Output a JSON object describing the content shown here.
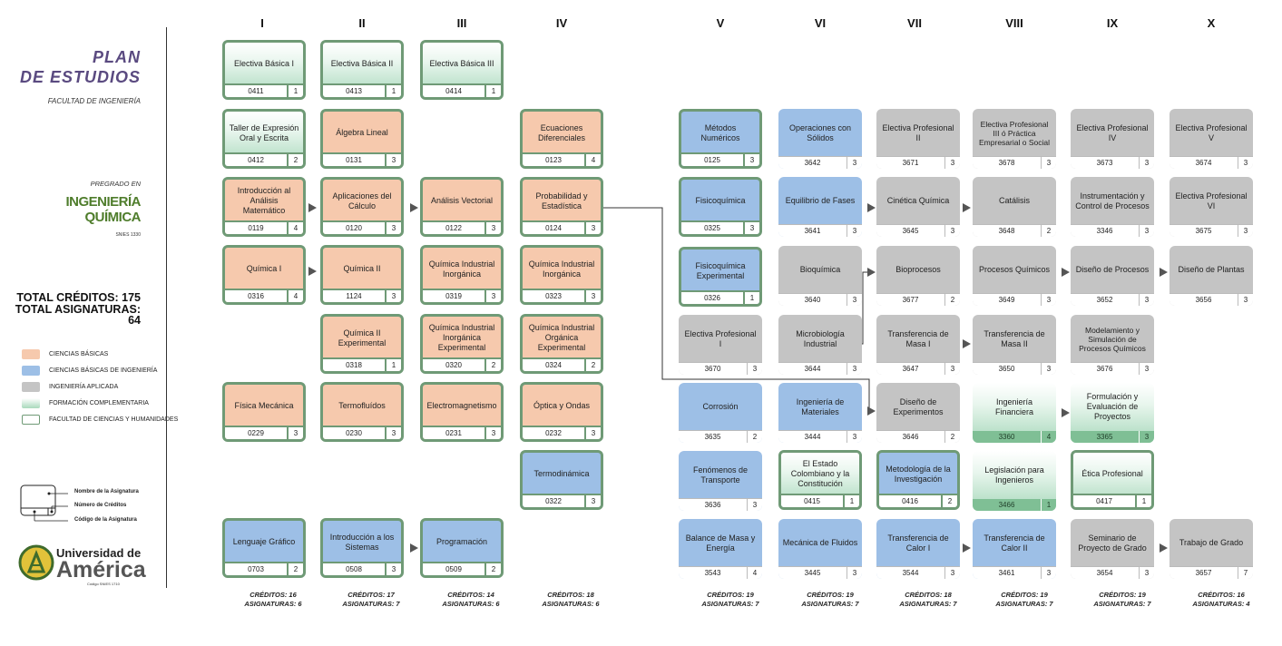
{
  "header": {
    "plan_line1": "PLAN",
    "plan_line2": "DE ESTUDIOS",
    "facultad": "FACULTAD DE INGENIERÍA",
    "pregrado": "PREGRADO EN",
    "program": "INGENIERÍA QUÍMICA",
    "snies": "SNIES 1330",
    "total_creditos": "TOTAL CRÉDITOS: 175",
    "total_asignaturas": "TOTAL ASIGNATURAS: 64"
  },
  "legend": [
    {
      "label": "CIENCIAS BÁSICAS",
      "color": "#f6c9ad"
    },
    {
      "label": "CIENCIAS BÁSICAS DE INGENIERÍA",
      "color": "#9dbfe6"
    },
    {
      "label": "INGENIERÍA APLICADA",
      "color": "#c4c4c4"
    },
    {
      "label": "FORMACIÓN COMPLEMENTARIA",
      "color": "#a9d9bc"
    },
    {
      "label": "FACULTAD DE CIENCIAS Y HUMANIDADES",
      "color": "#6f9a76"
    }
  ],
  "diagram": {
    "nombre": "Nombre de la Asignatura",
    "creditos": "Número de Créditos",
    "codigo": "Código de la Asignatura"
  },
  "logo": {
    "line1": "Universidad de",
    "line2": "América",
    "small": "Código SNIES 1710"
  },
  "semesters": [
    "I",
    "II",
    "III",
    "IV",
    "V",
    "VI",
    "VII",
    "VIII",
    "IX",
    "X"
  ],
  "summaries": [
    {
      "creditos": "CRÉDITOS: 16",
      "asignaturas": "ASIGNATURAS: 6"
    },
    {
      "creditos": "CRÉDITOS: 17",
      "asignaturas": "ASIGNATURAS: 7"
    },
    {
      "creditos": "CRÉDITOS: 14",
      "asignaturas": "ASIGNATURAS: 6"
    },
    {
      "creditos": "CRÉDITOS: 18",
      "asignaturas": "ASIGNATURAS: 6"
    },
    {
      "creditos": "CRÉDITOS: 19",
      "asignaturas": "ASIGNATURAS: 7"
    },
    {
      "creditos": "CRÉDITOS: 19",
      "asignaturas": "ASIGNATURAS: 7"
    },
    {
      "creditos": "CRÉDITOS: 18",
      "asignaturas": "ASIGNATURAS: 7"
    },
    {
      "creditos": "CRÉDITOS: 19",
      "asignaturas": "ASIGNATURAS: 7"
    },
    {
      "creditos": "CRÉDITOS: 19",
      "asignaturas": "ASIGNATURAS: 7"
    },
    {
      "creditos": "CRÉDITOS: 16",
      "asignaturas": "ASIGNATURAS: 4"
    }
  ],
  "courses": {
    "c1_1": {
      "name": "Electiva Básica I",
      "code": "0411",
      "credits": "1"
    },
    "c1_2": {
      "name": "Taller de Expresión Oral y Escrita",
      "code": "0412",
      "credits": "2"
    },
    "c1_3": {
      "name": "Introducción al Análisis Matemático",
      "code": "0119",
      "credits": "4"
    },
    "c1_4": {
      "name": "Química I",
      "code": "0316",
      "credits": "4"
    },
    "c1_6": {
      "name": "Física Mecánica",
      "code": "0229",
      "credits": "3"
    },
    "c1_8": {
      "name": "Lenguaje Gráfico",
      "code": "0703",
      "credits": "2"
    },
    "c2_1": {
      "name": "Electiva Básica II",
      "code": "0413",
      "credits": "1"
    },
    "c2_2": {
      "name": "Álgebra Lineal",
      "code": "0131",
      "credits": "3"
    },
    "c2_3": {
      "name": "Aplicaciones del Cálculo",
      "code": "0120",
      "credits": "3"
    },
    "c2_4": {
      "name": "Química II",
      "code": "1124",
      "credits": "3"
    },
    "c2_5": {
      "name": "Química II Experimental",
      "code": "0318",
      "credits": "1"
    },
    "c2_6": {
      "name": "Termofluídos",
      "code": "0230",
      "credits": "3"
    },
    "c2_8": {
      "name": "Introducción a los Sistemas",
      "code": "0508",
      "credits": "3"
    },
    "c3_1": {
      "name": "Electiva Básica III",
      "code": "0414",
      "credits": "1"
    },
    "c3_3": {
      "name": "Análisis Vectorial",
      "code": "0122",
      "credits": "3"
    },
    "c3_4": {
      "name": "Química Industrial Inorgánica",
      "code": "0319",
      "credits": "3"
    },
    "c3_5": {
      "name": "Química Industrial Inorgánica Experimental",
      "code": "0320",
      "credits": "2"
    },
    "c3_6": {
      "name": "Electromagnetismo",
      "code": "0231",
      "credits": "3"
    },
    "c3_8": {
      "name": "Programación",
      "code": "0509",
      "credits": "2"
    },
    "c4_2": {
      "name": "Ecuaciones Diferenciales",
      "code": "0123",
      "credits": "4"
    },
    "c4_3": {
      "name": "Probabilidad y Estadística",
      "code": "0124",
      "credits": "3"
    },
    "c4_4": {
      "name": "Química Industrial Inorgánica",
      "code": "0323",
      "credits": "3"
    },
    "c4_5": {
      "name": "Química Industrial Orgánica Experimental",
      "code": "0324",
      "credits": "2"
    },
    "c4_6": {
      "name": "Óptica y Ondas",
      "code": "0232",
      "credits": "3"
    },
    "c4_7": {
      "name": "Termodinámica",
      "code": "0322",
      "credits": "3"
    },
    "c5_2": {
      "name": "Métodos Numéricos",
      "code": "0125",
      "credits": "3"
    },
    "c5_3": {
      "name": "Fisicoquímica",
      "code": "0325",
      "credits": "3"
    },
    "c5_4": {
      "name": "Fisicoquímica Experimental",
      "code": "0326",
      "credits": "1"
    },
    "c5_5": {
      "name": "Electiva Profesional I",
      "code": "3670",
      "credits": "3"
    },
    "c5_6": {
      "name": "Corrosión",
      "code": "3635",
      "credits": "2"
    },
    "c5_7": {
      "name": "Fenómenos de Transporte",
      "code": "3636",
      "credits": "3"
    },
    "c5_8": {
      "name": "Balance de Masa y Energía",
      "code": "3543",
      "credits": "4"
    },
    "c6_2": {
      "name": "Operaciones con Sólidos",
      "code": "3642",
      "credits": "3"
    },
    "c6_3": {
      "name": "Equilibrio de Fases",
      "code": "3641",
      "credits": "3"
    },
    "c6_4": {
      "name": "Bioquímica",
      "code": "3640",
      "credits": "3"
    },
    "c6_5": {
      "name": "Microbiología Industrial",
      "code": "3644",
      "credits": "3"
    },
    "c6_6": {
      "name": "Ingeniería de Materiales",
      "code": "3444",
      "credits": "3"
    },
    "c6_7": {
      "name": "El Estado Colombiano y la Constitución",
      "code": "0415",
      "credits": "1"
    },
    "c6_8": {
      "name": "Mecánica de Fluidos",
      "code": "3445",
      "credits": "3"
    },
    "c7_2": {
      "name": "Electiva Profesional II",
      "code": "3671",
      "credits": "3"
    },
    "c7_3": {
      "name": "Cinética Química",
      "code": "3645",
      "credits": "3"
    },
    "c7_4": {
      "name": "Bioprocesos",
      "code": "3677",
      "credits": "2"
    },
    "c7_5": {
      "name": "Transferencia de Masa I",
      "code": "3647",
      "credits": "3"
    },
    "c7_6": {
      "name": "Diseño de Experimentos",
      "code": "3646",
      "credits": "2"
    },
    "c7_7": {
      "name": "Metodología de la Investigación",
      "code": "0416",
      "credits": "2"
    },
    "c7_8": {
      "name": "Transferencia de Calor I",
      "code": "3544",
      "credits": "3"
    },
    "c8_2": {
      "name": "Electiva Profesional III ó Práctica Empresarial o Social",
      "code": "3678",
      "credits": "3"
    },
    "c8_3": {
      "name": "Catálisis",
      "code": "3648",
      "credits": "2"
    },
    "c8_4": {
      "name": "Procesos Químicos",
      "code": "3649",
      "credits": "3"
    },
    "c8_5": {
      "name": "Transferencia de Masa II",
      "code": "3650",
      "credits": "3"
    },
    "c8_6": {
      "name": "Ingeniería Financiera",
      "code": "3360",
      "credits": "4"
    },
    "c8_7": {
      "name": "Legislación para Ingenieros",
      "code": "3466",
      "credits": "1"
    },
    "c8_8": {
      "name": "Transferencia de Calor II",
      "code": "3461",
      "credits": "3"
    },
    "c9_2": {
      "name": "Electiva Profesional IV",
      "code": "3673",
      "credits": "3"
    },
    "c9_3": {
      "name": "Instrumentación y Control de Procesos",
      "code": "3346",
      "credits": "3"
    },
    "c9_4": {
      "name": "Diseño de Procesos",
      "code": "3652",
      "credits": "3"
    },
    "c9_5": {
      "name": "Modelamiento y Simulación de Procesos Químicos",
      "code": "3676",
      "credits": "3"
    },
    "c9_6": {
      "name": "Formulación y Evaluación de Proyectos",
      "code": "3365",
      "credits": "3"
    },
    "c9_7": {
      "name": "Ética Profesional",
      "code": "0417",
      "credits": "1"
    },
    "c9_8": {
      "name": "Seminario de Proyecto de Grado",
      "code": "3654",
      "credits": "3"
    },
    "c10_2": {
      "name": "Electiva Profesional V",
      "code": "3674",
      "credits": "3"
    },
    "c10_3": {
      "name": "Electiva Profesional VI",
      "code": "3675",
      "credits": "3"
    },
    "c10_4": {
      "name": "Diseño de Plantas",
      "code": "3656",
      "credits": "3"
    },
    "c10_8": {
      "name": "Trabajo de Grado",
      "code": "3657",
      "credits": "7"
    }
  }
}
